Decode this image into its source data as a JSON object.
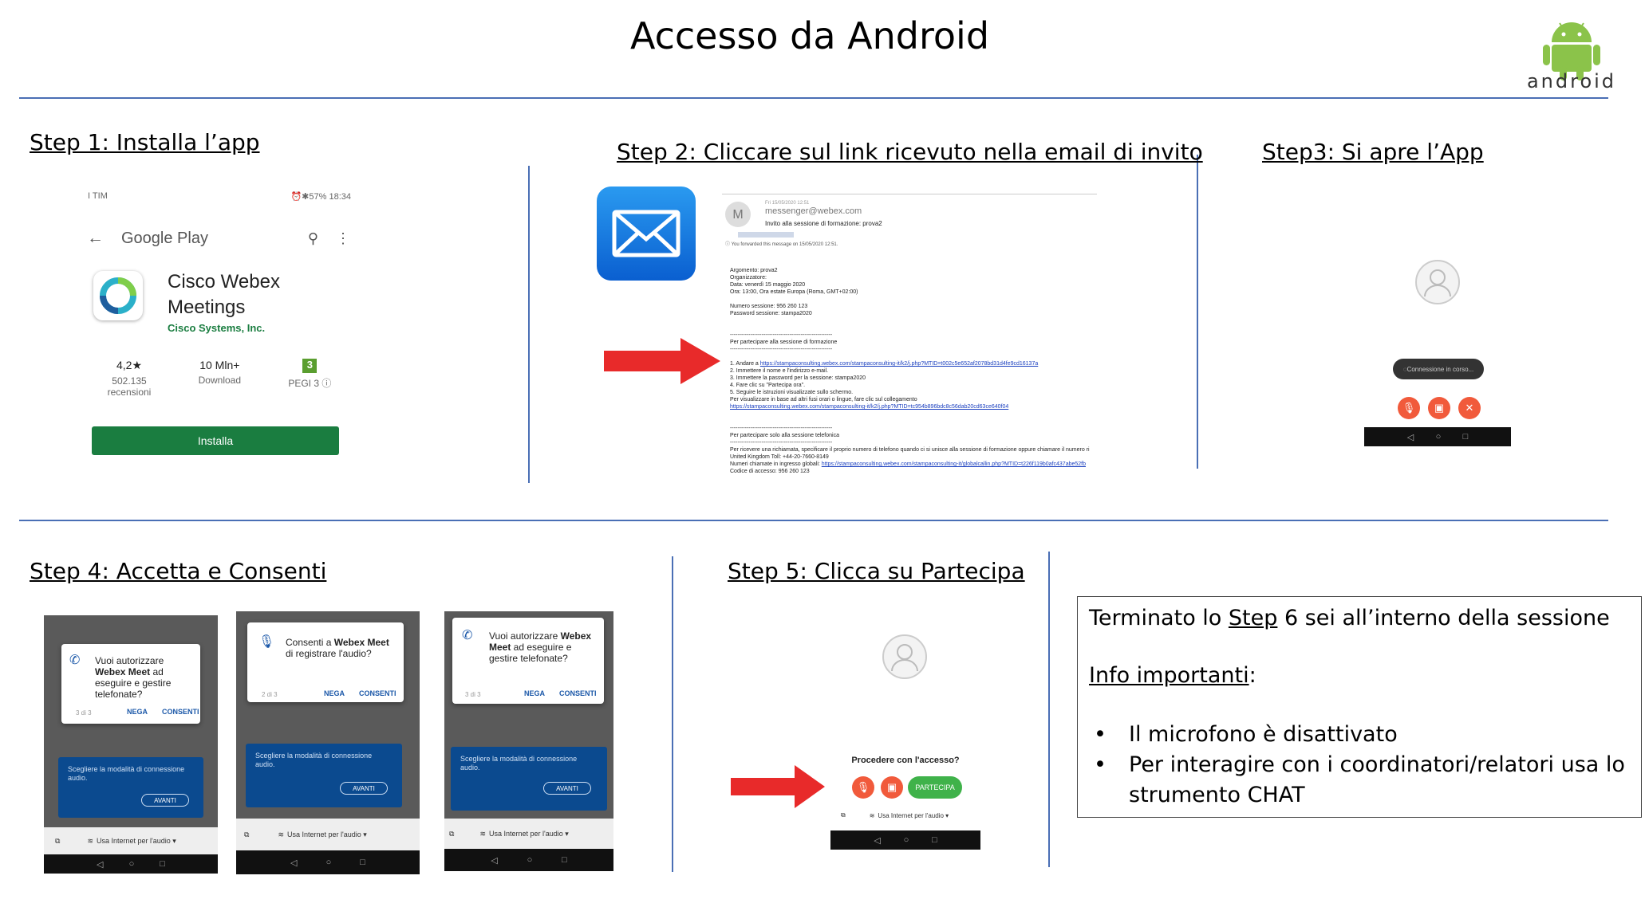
{
  "page": {
    "title": "Accesso da Android"
  },
  "android_logo": {
    "word": "android",
    "color": "#8bc34a"
  },
  "colors": {
    "divider": "#4a6fb5",
    "arrow": "#e82a2a",
    "play_green": "#1a7d40",
    "webex_red": "#f15a3b",
    "webex_green": "#3fb24a",
    "dialog_blue": "#0b4a8f"
  },
  "step1": {
    "title": "Step 1: Installa l’app",
    "status_left": "I TIM",
    "status_right": "⏰✱57% 18:34",
    "store_name": "Google Play",
    "app_name": "Cisco Webex Meetings",
    "developer": "Cisco Systems, Inc.",
    "rating": "4,2★",
    "reviews": "502.135",
    "reviews_label": "recensioni",
    "downloads": "10 Mln+",
    "downloads_label": "Download",
    "pegi_badge": "3",
    "pegi": "PEGI 3 ⓘ",
    "install_label": "Installa"
  },
  "step2": {
    "title": "Step 2: Cliccare sul link ricevuto nella email di invito",
    "email": {
      "avatar_letter": "M",
      "date": "Fri 15/05/2020 12:51",
      "sender": "messenger@webex.com",
      "subject": "Invito alla sessione di formazione: prova2",
      "forward_note": "You forwarded this message on 15/05/2020 12:51.",
      "lines": [
        "Argomento: prova2",
        "Organizzatore:",
        "Data: venerdì 15 maggio 2020",
        "Ora: 13:00, Ora estate Europa (Roma, GMT+02:00)",
        "",
        "Numero sessione: 956 260 123",
        "Password sessione: stampa2020",
        "",
        "",
        "-------------------------------------------------------",
        "Per partecipare alla sessione di formazione",
        "-------------------------------------------------------",
        "",
        "1. Andare a https://stampaconsulting.webex.com/stampaconsulting-it/k2/j.php?MTID=t002c5e652af2078bd31d4fe9cd16137a",
        "2. Immettere il nome e l'indirizzo e-mail.",
        "3. Immettere la password per la sessione: stampa2020",
        "4. Fare clic su \"Partecipa ora\".",
        "5. Seguire le istruzioni visualizzate sullo schermo.",
        "Per visualizzare in base ad altri fusi orari o lingue, fare clic sul collegamento",
        "https://stampaconsulting.webex.com/stampaconsulting-it/k2/j.php?MTID=tc954b896bdc8c56dab20cd63ce640f04",
        "",
        "",
        "-------------------------------------------------------",
        "Per partecipare solo alla sessione telefonica",
        "-------------------------------------------------------",
        "Per ricevere una richiamata, specificare il proprio numero di telefono quando ci si unisce alla sessione di formazione oppure chiamare il numero ri",
        "United Kingdom Toll: +44-20-7660-8149",
        "Numeri chiamate in ingresso globali: https://stampaconsulting.webex.com/stampaconsulting-it/globalcallin.php?MTID=t226f119b0afc437abe52fb",
        "Codice di accesso: 956 260 123",
        "",
        "-------------------------------------------------------"
      ]
    }
  },
  "step3": {
    "title": "Step3: Si apre l’App",
    "connecting": "Connessione in corso..."
  },
  "step4": {
    "title": "Step 4: Accetta e Consenti",
    "dialogs": [
      {
        "pre": "Vuoi autorizzare ",
        "bold": "Webex Meet",
        "post": " ad eseguire e gestire telefonate?",
        "count": "3 di 3",
        "deny": "NEGA",
        "allow": "CONSENTI"
      },
      {
        "pre": "Consenti a ",
        "bold": "Webex Meet",
        "post": " di registrare l'audio?",
        "count": "2 di 3",
        "deny": "NEGA",
        "allow": "CONSENTI"
      },
      {
        "pre": "Vuoi autorizzare ",
        "bold": "Webex Meet",
        "post": " ad eseguire e gestire telefonate?",
        "count": "3 di 3",
        "deny": "NEGA",
        "allow": "CONSENTI"
      }
    ],
    "audio_prompt": "Scegliere la modalità di connessione audio.",
    "next_label": "AVANTI",
    "audio_option": "Usa Internet per l'audio ▾"
  },
  "step5": {
    "title": "Step 5: Clicca su Partecipa",
    "question": "Procedere con l'accesso?",
    "join_label": "PARTECIPA",
    "audio_option": "Usa Internet per l'audio ▾"
  },
  "info": {
    "headline_pre": "Terminato lo ",
    "headline_step": "Step",
    "headline_post": " 6 sei all’interno della sessione",
    "heading": "Info importanti",
    "heading_suffix": ":",
    "bullets": [
      "Il microfono è disattivato",
      "Per interagire con i coordinatori/relatori usa lo strumento CHAT"
    ]
  }
}
